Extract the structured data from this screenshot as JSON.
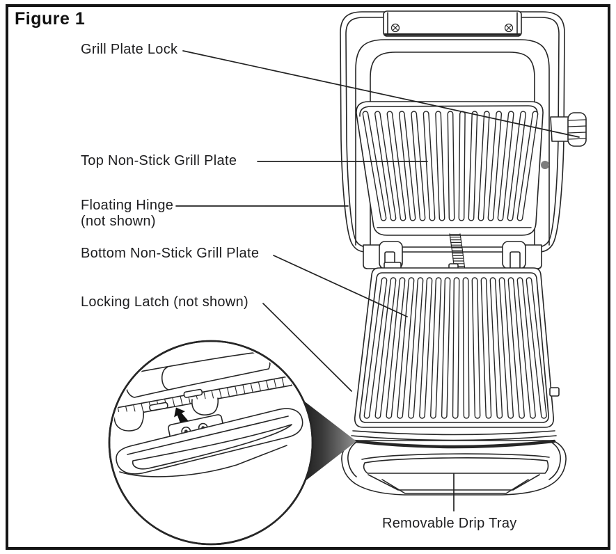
{
  "figure": {
    "title": "Figure 1"
  },
  "labels": {
    "grill_plate_lock": "Grill Plate Lock",
    "top_plate": "Top Non-Stick Grill Plate",
    "floating_hinge": "Floating Hinge",
    "floating_hinge_note": "(not shown)",
    "bottom_plate": "Bottom Non-Stick Grill Plate",
    "locking_latch": "Locking Latch (not shown)",
    "drip_tray": "Removable Drip Tray"
  },
  "colors": {
    "line": "#262626",
    "background": "#ffffff",
    "border": "#151515",
    "callout_dark": "#000000",
    "callout_light": "#909090",
    "pin_gray": "#7d7d7d",
    "arrow_black": "#111111"
  }
}
